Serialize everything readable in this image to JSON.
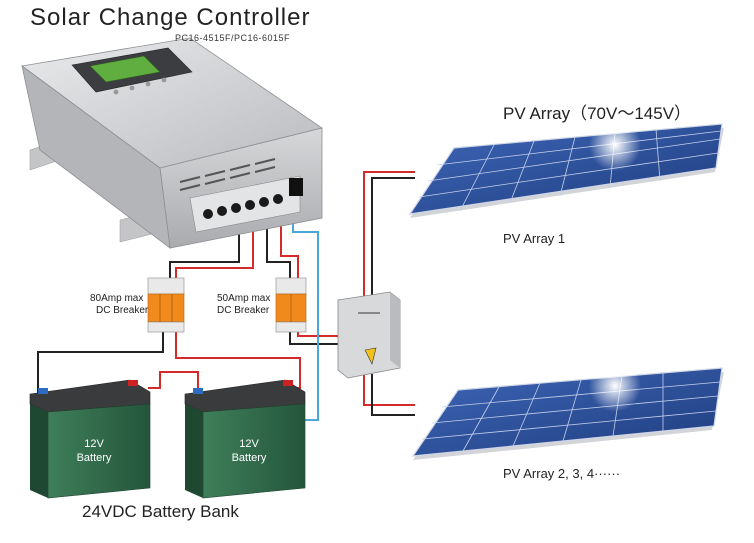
{
  "header": {
    "title": "Solar Change Controller",
    "model": "PC16-4515F/PC16-6015F"
  },
  "pv": {
    "title": "PV Array（70V～145V）",
    "array1_label": "PV Array 1",
    "array2_label": "PV Array 2, 3, 4······"
  },
  "breakers": {
    "battery_breaker_line1": "80Amp max",
    "battery_breaker_line2": "DC Breaker",
    "pv_breaker_line1": "50Amp max",
    "pv_breaker_line2": "DC Breaker"
  },
  "batteries": {
    "battery1_line1": "12V",
    "battery1_line2": "Battery",
    "battery2_line1": "12V",
    "battery2_line2": "Battery",
    "bank_label": "24VDC Battery Bank"
  },
  "colors": {
    "wire_red": "#d42a2a",
    "wire_black": "#222222",
    "wire_blue": "#49a8d8",
    "battery_green": "#2e6b4a",
    "panel_blue": "#2a4f9a",
    "controller_silver": "#c8c9cb"
  }
}
